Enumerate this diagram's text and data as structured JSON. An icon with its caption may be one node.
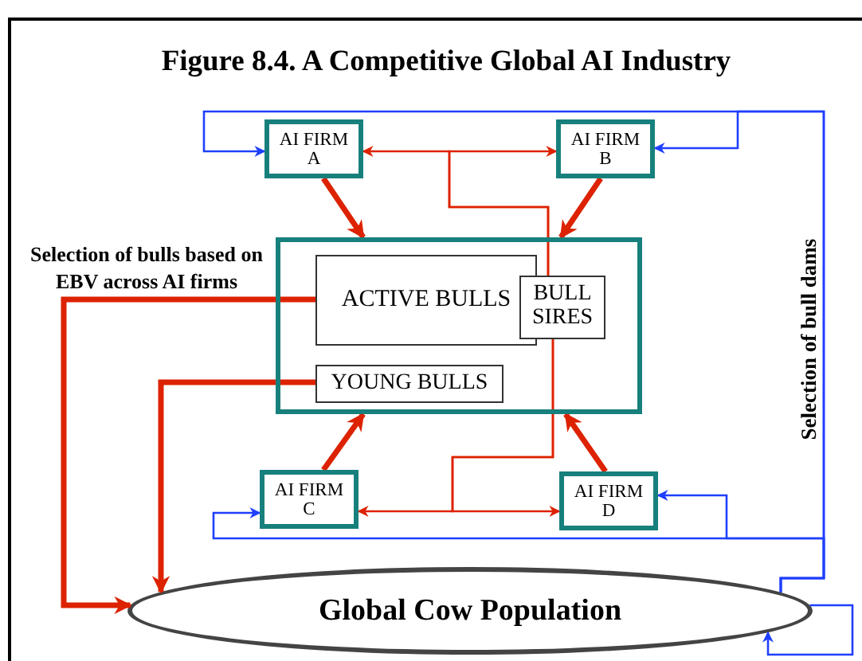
{
  "diagram": {
    "title": "Figure 8.4. A Competitive Global AI Industry",
    "nodes": [
      {
        "text": [
          "AI FIRM A"
        ]
      },
      {
        "text": [
          "AI FIRM B"
        ]
      },
      {
        "text": [],
        "shape": "box"
      },
      {
        "text": [
          "ACTIVE BULLS"
        ],
        "in": 2
      },
      {
        "text": [
          "BULL SIRES"
        ],
        "in": 2
      },
      {
        "text": [
          "YOUNG BULLS"
        ],
        "in": 2
      },
      {
        "text": [
          "AI FIRM C"
        ]
      },
      {
        "text": [
          "AI FIRM D"
        ]
      },
      {
        "text": [
          "Global Cow Population"
        ]
      }
    ],
    "edges": [
      {
        "from": 0,
        "to": 2,
        "arrow": "to",
        "style": "thick"
      },
      {
        "from": 1,
        "to": 2,
        "arrow": "to",
        "style": "thick"
      },
      {
        "from": 4,
        "to": 0,
        "arrow": "to"
      },
      {
        "from": 4,
        "to": 1,
        "arrow": "to"
      },
      {
        "from": 6,
        "to": 2,
        "arrow": "to",
        "style": "thick"
      },
      {
        "from": 7,
        "to": 2,
        "arrow": "to",
        "style": "thick"
      },
      {
        "from": 4,
        "to": 6,
        "arrow": "to"
      },
      {
        "from": 4,
        "to": 7,
        "arrow": "to"
      },
      {
        "from": 3,
        "to": 8,
        "arrow": "to",
        "style": "thick"
      },
      {
        "from": 5,
        "to": 8,
        "arrow": "to",
        "style": "thick"
      },
      {
        "from": 8,
        "to": 0,
        "arrow": "to",
        "color": "#1f3fff"
      },
      {
        "from": 8,
        "to": 1,
        "arrow": "to",
        "color": "#1f3fff"
      },
      {
        "from": 8,
        "to": 6,
        "arrow": "to",
        "color": "#1f3fff"
      },
      {
        "from": 8,
        "to": 7,
        "arrow": "to",
        "color": "#1f3fff"
      },
      {
        "from": 8,
        "to": 8,
        "arrow": "to",
        "color": "#1f3fff"
      }
    ],
    "labels": [
      "Selection of bulls based on EBV across AI firms",
      "Selection of bull dams"
    ]
  }
}
